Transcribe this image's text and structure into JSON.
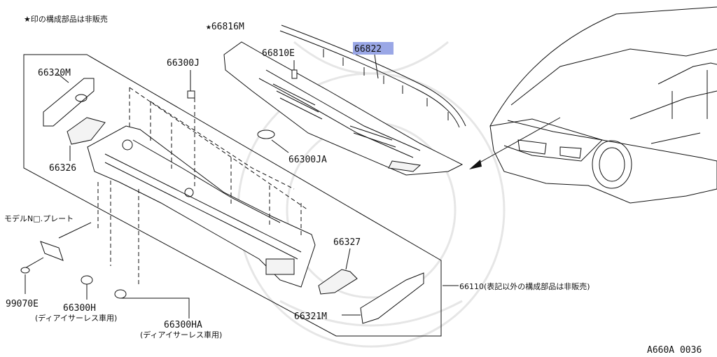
{
  "diagram": {
    "note": "★印の構成部品は非販売",
    "figure_code": "A660A 0036",
    "labels": {
      "p66816M": "★66816M",
      "p66810E": "66810E",
      "p66822": "66822",
      "p66300J": "66300J",
      "p66320M": "66320M",
      "p66300JA": "66300JA",
      "p66326": "66326",
      "model_plate": "モデルN□.プレート",
      "p66327": "66327",
      "p66110": "66110(表記以外の構成部品は非販売)",
      "p99070E": "99070E",
      "p66300H": "66300H",
      "p66300H_note": "(ディアイサーレス車用)",
      "p66321M": "66321M",
      "p66300HA": "66300HA",
      "p66300HA_note": "(ディアイサーレス車用)"
    }
  }
}
